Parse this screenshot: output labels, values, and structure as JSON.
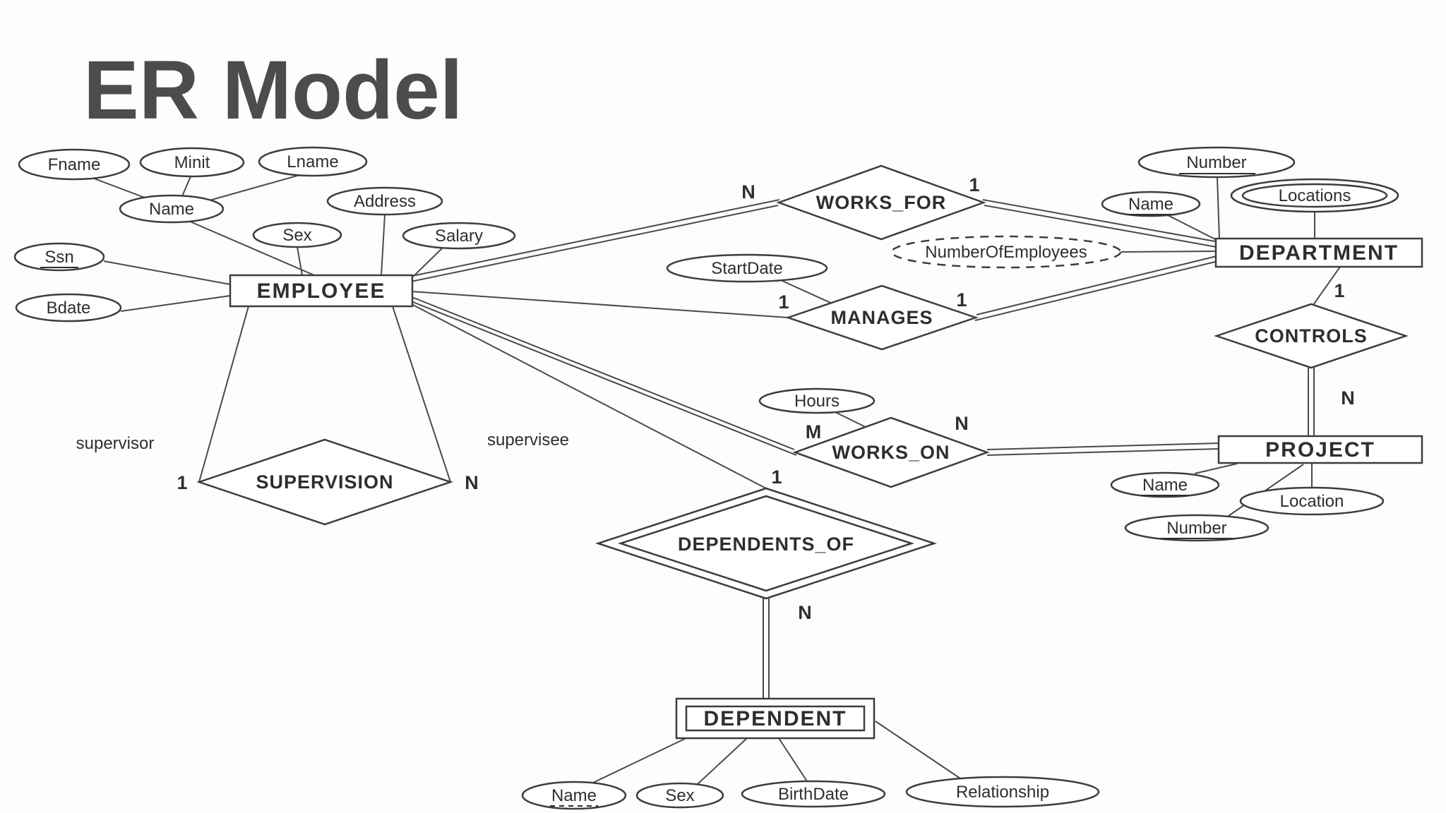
{
  "title": "ER Model",
  "colors": {
    "ink": "#3d3d3d",
    "text": "#2e2e2e",
    "title": "#4c4c4c",
    "background": "#ffffff"
  },
  "entities": {
    "employee": {
      "label": "EMPLOYEE",
      "kind": "entity"
    },
    "department": {
      "label": "DEPARTMENT",
      "kind": "entity"
    },
    "project": {
      "label": "PROJECT",
      "kind": "entity"
    },
    "dependent": {
      "label": "DEPENDENT",
      "kind": "weak-entity"
    }
  },
  "relationships": {
    "works_for": {
      "label": "WORKS_FOR",
      "kind": "relationship",
      "card_left": "N",
      "card_right": "1"
    },
    "manages": {
      "label": "MANAGES",
      "kind": "relationship",
      "card_left": "1",
      "card_right": "1"
    },
    "controls": {
      "label": "CONTROLS",
      "kind": "relationship",
      "card_top": "1",
      "card_bottom": "N"
    },
    "works_on": {
      "label": "WORKS_ON",
      "kind": "relationship",
      "card_left": "M",
      "card_right": "N"
    },
    "supervision": {
      "label": "SUPERVISION",
      "kind": "relationship",
      "card_left": "1",
      "card_right": "N",
      "role_left": "supervisor",
      "role_right": "supervisee"
    },
    "dependents_of": {
      "label": "DEPENDENTS_OF",
      "kind": "identifying-relationship",
      "card_top": "1",
      "card_bottom": "N"
    }
  },
  "attributes": {
    "fname": {
      "label": "Fname",
      "kind": "simple",
      "owner": "employee"
    },
    "minit": {
      "label": "Minit",
      "kind": "simple",
      "owner": "employee"
    },
    "lname": {
      "label": "Lname",
      "kind": "simple",
      "owner": "employee"
    },
    "emp_name": {
      "label": "Name",
      "kind": "composite",
      "owner": "employee"
    },
    "sex": {
      "label": "Sex",
      "kind": "simple",
      "owner": "employee"
    },
    "address": {
      "label": "Address",
      "kind": "simple",
      "owner": "employee"
    },
    "salary": {
      "label": "Salary",
      "kind": "simple",
      "owner": "employee"
    },
    "ssn": {
      "label": "Ssn",
      "kind": "key",
      "owner": "employee"
    },
    "bdate": {
      "label": "Bdate",
      "kind": "simple",
      "owner": "employee"
    },
    "dept_number": {
      "label": "Number",
      "kind": "key",
      "owner": "department"
    },
    "dept_name": {
      "label": "Name",
      "kind": "key",
      "owner": "department"
    },
    "locations": {
      "label": "Locations",
      "kind": "multivalued",
      "owner": "department"
    },
    "number_of_employees": {
      "label": "NumberOfEmployees",
      "kind": "derived",
      "owner": "department"
    },
    "start_date": {
      "label": "StartDate",
      "kind": "simple",
      "owner": "manages"
    },
    "hours": {
      "label": "Hours",
      "kind": "simple",
      "owner": "works_on"
    },
    "proj_name": {
      "label": "Name",
      "kind": "key",
      "owner": "project"
    },
    "location": {
      "label": "Location",
      "kind": "simple",
      "owner": "project"
    },
    "proj_number": {
      "label": "Number",
      "kind": "key",
      "owner": "project"
    },
    "dep_name": {
      "label": "Name",
      "kind": "partial-key",
      "owner": "dependent"
    },
    "dep_sex": {
      "label": "Sex",
      "kind": "simple",
      "owner": "dependent"
    },
    "birth_date": {
      "label": "BirthDate",
      "kind": "simple",
      "owner": "dependent"
    },
    "relationship": {
      "label": "Relationship",
      "kind": "simple",
      "owner": "dependent"
    }
  }
}
